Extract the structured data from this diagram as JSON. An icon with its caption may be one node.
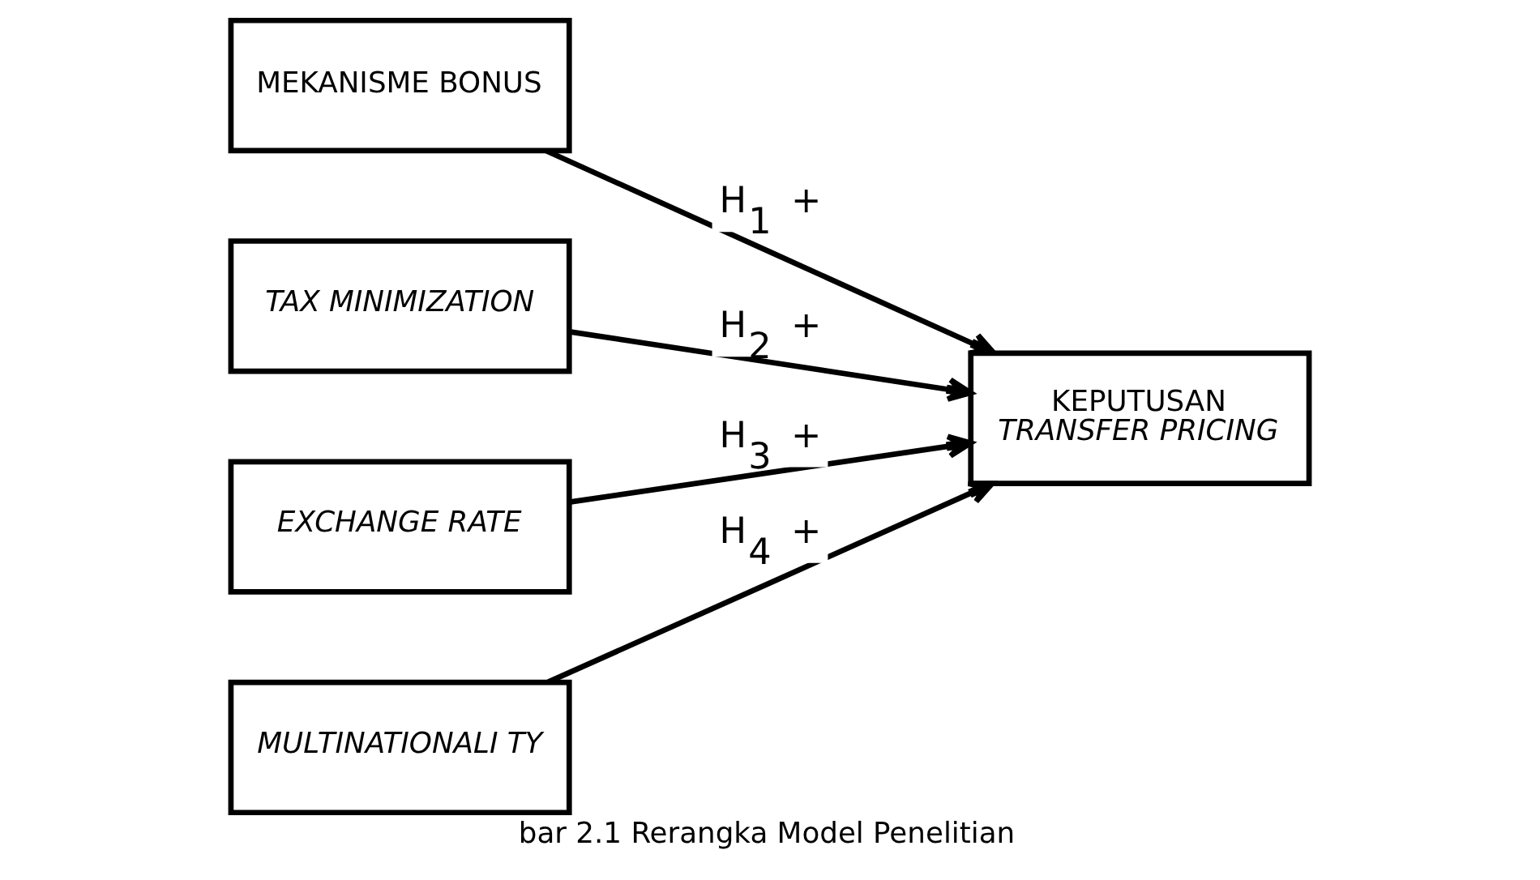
{
  "diagram": {
    "caption": "bar 2.1 Rerangka Model Penelitian",
    "nodes": [
      {
        "text": [
          "MEKANISME BONUS"
        ]
      },
      {
        "text": [
          "TAX MINIMIZATION"
        ]
      },
      {
        "text": [
          "EXCHANGE RATE"
        ]
      },
      {
        "text": [
          "MULTINATIONALI TY"
        ]
      },
      {
        "text": [
          "KEPUTUSAN",
          "TRANSFER PRICING"
        ]
      }
    ],
    "edges": [
      {
        "from": 0,
        "to": 4,
        "arrow": "to",
        "label": "H$_{1}$ +"
      },
      {
        "from": 1,
        "to": 4,
        "arrow": "to",
        "label": "H$_{2}$ +"
      },
      {
        "from": 2,
        "to": 4,
        "arrow": "to",
        "label": "H$_{3}$ +"
      },
      {
        "from": 3,
        "to": 4,
        "arrow": "to",
        "label": "H$_{4}$ +"
      }
    ]
  }
}
